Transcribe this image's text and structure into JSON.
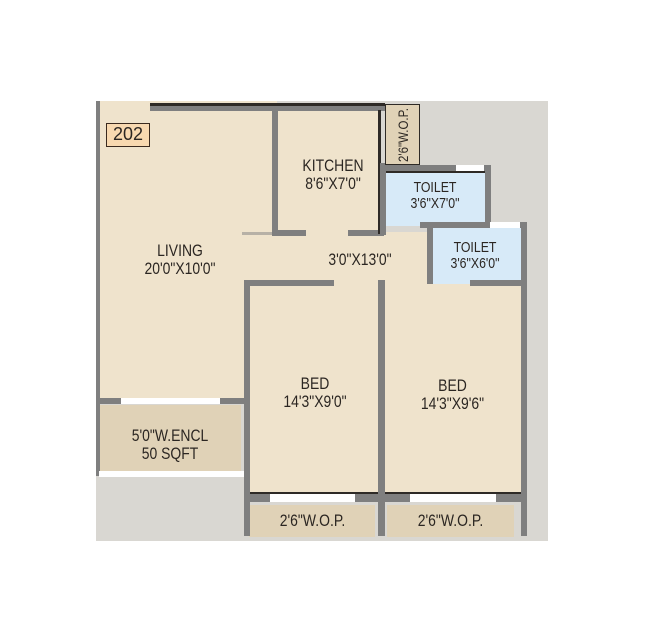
{
  "plan": {
    "unit_number": "202",
    "rooms": [
      {
        "id": "living",
        "name": "LIVING",
        "size": "20'0\"X10'0\""
      },
      {
        "id": "kitchen",
        "name": "KITCHEN",
        "size": "8'6\"X7'0\""
      },
      {
        "id": "toilet1",
        "name": "TOILET",
        "size": "3'6\"X7'0\""
      },
      {
        "id": "toilet2",
        "name": "TOILET",
        "size": "3'6\"X6'0\""
      },
      {
        "id": "passage",
        "name": "",
        "size": "3'0\"X13'0\""
      },
      {
        "id": "bed1",
        "name": "BED",
        "size": "14'3\"X9'0\""
      },
      {
        "id": "bed2",
        "name": "BED",
        "size": "14'3\"X9'6\""
      }
    ],
    "outdoor": {
      "kitchen_wop": "2'6\"W.O.P.",
      "encl_line1": "5'0\"W.ENCL",
      "encl_line2": "50 SQFT",
      "bed1_wop": "2'6\"W.O.P.",
      "bed2_wop": "2'6\"W.O.P."
    },
    "colors": {
      "floor": "#efe3cc",
      "wet_area": "#d7eaf8",
      "outdoor": "#e0d2b7",
      "wall": "#7f7f7f",
      "background": "#d9d7d2",
      "unit_badge": "#f8d9b0"
    }
  }
}
